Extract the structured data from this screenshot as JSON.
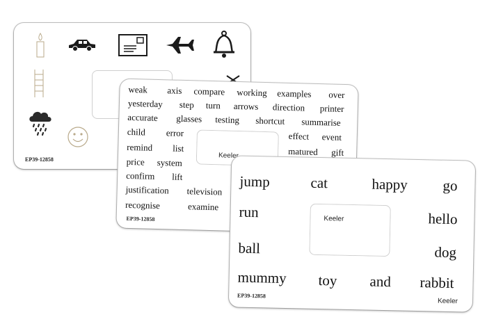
{
  "card_back": {
    "code": "EP39-12858",
    "icons": [
      "candle-icon",
      "car-icon",
      "envelope-icon",
      "airplane-icon",
      "bell-icon",
      "ladder-icon",
      "scissors-icon",
      "rain-cloud-icon",
      "smiley-icon"
    ]
  },
  "card_middle": {
    "code": "EP39-12858",
    "brand": "Keeler",
    "row1": [
      "weak",
      "axis",
      "compare",
      "working",
      "examples",
      "over"
    ],
    "row2": [
      "yesterday",
      "step",
      "turn",
      "arrows",
      "direction",
      "printer"
    ],
    "row3": [
      "accurate",
      "glasses",
      "testing",
      "shortcut",
      "summarise"
    ],
    "row4_left": [
      "child",
      "error"
    ],
    "row4_right": [
      "effect",
      "event"
    ],
    "row5_left": [
      "remind",
      "list"
    ],
    "row5_right": [
      "matured",
      "gift"
    ],
    "row6_left": [
      "price",
      "system"
    ],
    "row7_left": [
      "confirm",
      "lift"
    ],
    "row8": [
      "justification",
      "television"
    ],
    "row9": [
      "recognise",
      "examine"
    ]
  },
  "card_front": {
    "code": "EP39-12858",
    "brand": "Keeler",
    "row1": [
      "jump",
      "cat",
      "happy",
      "go"
    ],
    "row2": [
      "run",
      "hello"
    ],
    "row3": [
      "ball",
      "dog"
    ],
    "row4": [
      "mummy",
      "toy",
      "and",
      "rabbit"
    ]
  }
}
